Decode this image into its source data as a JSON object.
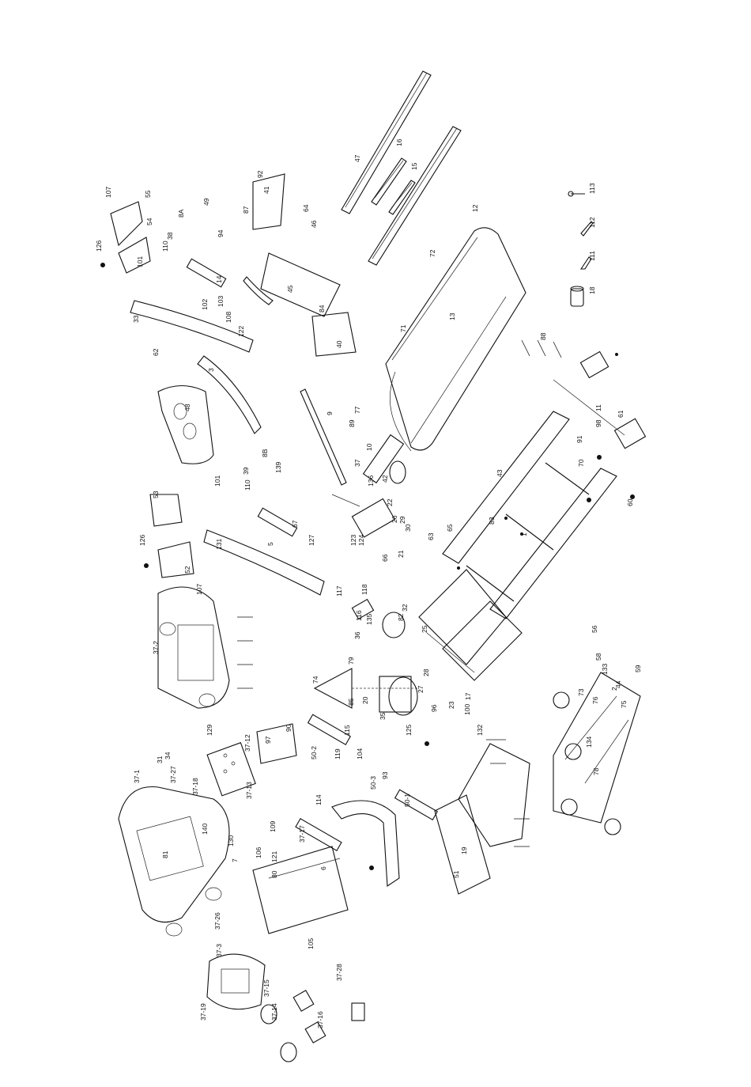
{
  "diagram": {
    "labels": [
      "107",
      "55",
      "126",
      "54",
      "101",
      "110",
      "38",
      "8A",
      "49",
      "94",
      "33",
      "102",
      "103",
      "108",
      "122",
      "14",
      "62",
      "48",
      "5",
      "3",
      "92",
      "41",
      "87",
      "64",
      "46",
      "45",
      "84",
      "40",
      "47",
      "16",
      "15",
      "12",
      "72",
      "13",
      "71",
      "89",
      "77",
      "10",
      "42",
      "9",
      "53",
      "52",
      "107",
      "126",
      "8B",
      "39",
      "101",
      "110",
      "131",
      "139",
      "67",
      "127",
      "123",
      "124",
      "66",
      "22",
      "26",
      "29",
      "30",
      "37",
      "136",
      "117",
      "118",
      "116",
      "135",
      "32",
      "82",
      "25",
      "96",
      "65",
      "83",
      "43",
      "1",
      "63",
      "91",
      "61",
      "60",
      "98",
      "11",
      "70",
      "88",
      "113",
      "112",
      "111",
      "18",
      "37-2",
      "74",
      "79",
      "85",
      "20",
      "35",
      "36",
      "27",
      "23",
      "100",
      "17",
      "132",
      "115",
      "125",
      "119",
      "50-2",
      "104",
      "93",
      "50-3",
      "114",
      "50-1",
      "7",
      "19",
      "51",
      "73",
      "44",
      "56",
      "59",
      "58",
      "75",
      "76",
      "78",
      "2",
      "133",
      "134",
      "129",
      "37-12",
      "37-13",
      "97",
      "90",
      "37-1",
      "31",
      "34",
      "37-27",
      "37-18",
      "81",
      "140",
      "130",
      "37-17",
      "109",
      "106",
      "121",
      "80",
      "6",
      "105",
      "37-26",
      "37-3",
      "37-19",
      "37-28",
      "37-15",
      "37-14",
      "37-16",
      "28",
      "21"
    ],
    "icons": [
      "treadmill-exploded-view",
      "wrench-icon",
      "allen-key-icon",
      "bottle-icon"
    ]
  }
}
